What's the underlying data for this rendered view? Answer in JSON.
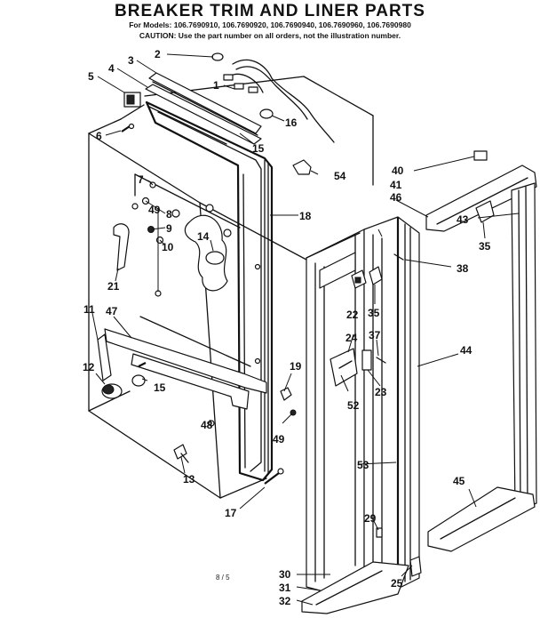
{
  "header": {
    "title": "BREAKER TRIM AND LINER PARTS",
    "models": "For Models: 106.7690910, 106.7690920, 106.7690940, 106.7690960, 106.7690980",
    "caution": "CAUTION: Use the part number on all orders, not the illustration number."
  },
  "page_marker": "8 / 5",
  "callouts": [
    "1",
    "2",
    "3",
    "4",
    "5",
    "6",
    "7",
    "8",
    "9",
    "10",
    "11",
    "12",
    "13",
    "14",
    "15",
    "15",
    "16",
    "17",
    "18",
    "19",
    "21",
    "22",
    "23",
    "24",
    "25",
    "29",
    "30",
    "31",
    "32",
    "35",
    "35",
    "37",
    "38",
    "40",
    "41",
    "43",
    "44",
    "45",
    "46",
    "47",
    "48",
    "49",
    "49",
    "52",
    "53",
    "54"
  ]
}
